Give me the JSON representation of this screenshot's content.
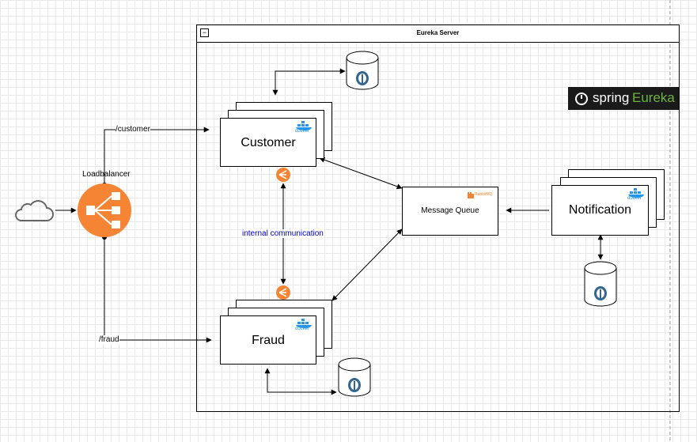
{
  "eureka_server": {
    "title": "Eureka Server",
    "collapse_symbol": "−"
  },
  "spring_logo": {
    "word1": "spring",
    "word2": "Eureka",
    "color_word2": "#6db33f"
  },
  "loadbalancer": {
    "label": "Loadbalancer",
    "color": "#f58534"
  },
  "routes": {
    "customer": "/customer",
    "fraud": "/fraud"
  },
  "services": {
    "customer": {
      "label": "Customer",
      "badge": "docker"
    },
    "fraud": {
      "label": "Fraud",
      "badge": "docker"
    },
    "notification": {
      "label": "Notification",
      "badge": "docker"
    }
  },
  "message_queue": {
    "label": "Message Queue",
    "badge": "RabbitMQ"
  },
  "internal_communication": {
    "label": "internal communication",
    "color": "#0000cc"
  },
  "colors": {
    "docker": "#2496ed",
    "postgres": "#336791",
    "openfeign": "#f58534"
  }
}
